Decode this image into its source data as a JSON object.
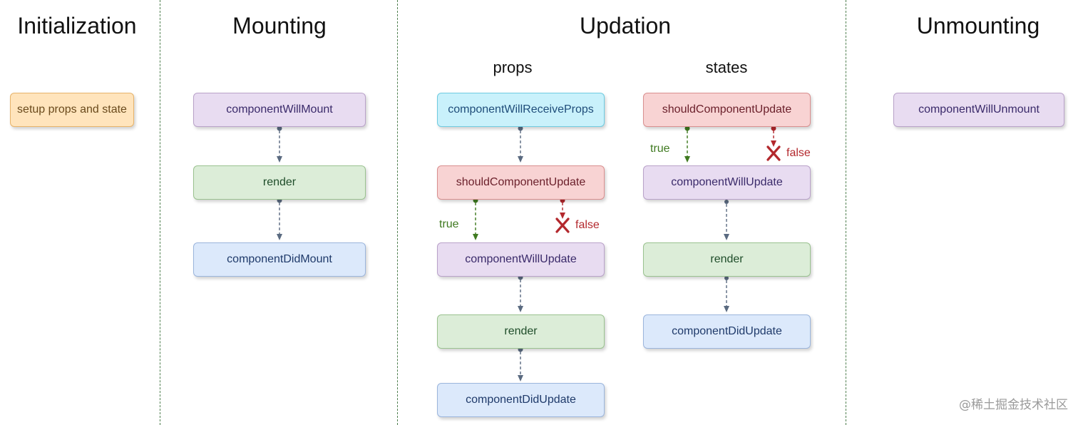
{
  "phases": {
    "initialization": "Initialization",
    "mounting": "Mounting",
    "updation": "Updation",
    "unmounting": "Unmounting"
  },
  "updation_subs": {
    "props": "props",
    "states": "states"
  },
  "initialization": {
    "setup": "setup props and state"
  },
  "mounting": {
    "will_mount": "componentWillMount",
    "render": "render",
    "did_mount": "componentDidMount"
  },
  "props_flow": {
    "will_receive_props": "componentWillReceiveProps",
    "should_update": "shouldComponentUpdate",
    "will_update": "componentWillUpdate",
    "render": "render",
    "did_update": "componentDidUpdate",
    "true_label": "true",
    "false_label": "false"
  },
  "states_flow": {
    "should_update": "shouldComponentUpdate",
    "will_update": "componentWillUpdate",
    "render": "render",
    "did_update": "componentDidUpdate",
    "true_label": "true",
    "false_label": "false"
  },
  "unmounting": {
    "will_unmount": "componentWillUnmount"
  },
  "watermark": "@稀土掘金技术社区",
  "colors": {
    "orange": "#ffe4bc",
    "purple": "#e8dcf1",
    "green": "#dcedd8",
    "blue": "#dce9fb",
    "cyan": "#c9f1fb",
    "red": "#f8d3d3",
    "true_color": "#3f7a20",
    "false_color": "#b3282d",
    "arrow_color": "#5a6a80"
  }
}
